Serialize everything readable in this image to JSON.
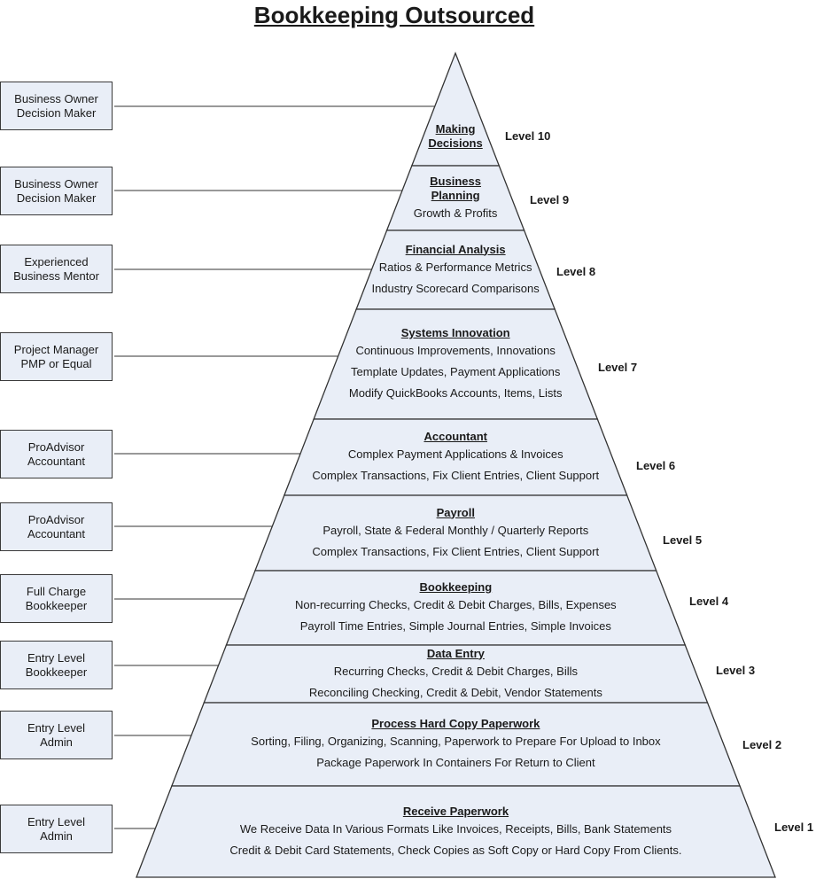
{
  "title": "Bookkeeping Outsourced",
  "colors": {
    "tier_fill": "#e9eef7",
    "stroke": "#333333",
    "background": "#ffffff"
  },
  "tiers": [
    {
      "level": "Level 10",
      "title": "Making Decisions",
      "lines": []
    },
    {
      "level": "Level 9",
      "title": "Business Planning",
      "lines": [
        "Growth & Profits"
      ]
    },
    {
      "level": "Level 8",
      "title": "Financial Analysis",
      "lines": [
        "Ratios & Performance Metrics",
        "Industry Scorecard Comparisons"
      ]
    },
    {
      "level": "Level 7",
      "title": "Systems Innovation",
      "lines": [
        "Continuous Improvements, Innovations",
        "Template Updates, Payment Applications",
        "Modify QuickBooks Accounts, Items, Lists"
      ]
    },
    {
      "level": "Level 6",
      "title": "Accountant",
      "lines": [
        "Complex Payment Applications & Invoices",
        "Complex Transactions, Fix Client Entries, Client Support"
      ]
    },
    {
      "level": "Level 5",
      "title": "Payroll",
      "lines": [
        "Payroll, State & Federal Monthly / Quarterly Reports",
        "Complex Transactions, Fix Client Entries, Client Support"
      ]
    },
    {
      "level": "Level 4",
      "title": "Bookkeeping",
      "lines": [
        "Non-recurring Checks, Credit & Debit Charges, Bills, Expenses",
        "Payroll Time Entries, Simple Journal Entries, Simple Invoices"
      ]
    },
    {
      "level": "Level 3",
      "title": "Data Entry",
      "lines": [
        "Recurring Checks, Credit & Debit Charges, Bills",
        "Reconciling Checking, Credit & Debit, Vendor Statements"
      ]
    },
    {
      "level": "Level 2",
      "title": "Process Hard Copy Paperwork",
      "lines": [
        "Sorting, Filing, Organizing, Scanning, Paperwork to Prepare For Upload to Inbox",
        "Package Paperwork In Containers For Return to Client"
      ]
    },
    {
      "level": "Level 1",
      "title": "Receive Paperwork",
      "lines": [
        "We Receive Data In Various Formats Like Invoices, Receipts, Bills, Bank Statements",
        "Credit & Debit Card Statements, Check Copies as Soft Copy or Hard Copy From Clients."
      ]
    }
  ],
  "roles": [
    {
      "line1": "Business Owner",
      "line2": "Decision Maker"
    },
    {
      "line1": "Business Owner",
      "line2": "Decision Maker"
    },
    {
      "line1": "Experienced",
      "line2": "Business Mentor"
    },
    {
      "line1": "Project Manager",
      "line2": "PMP or Equal"
    },
    {
      "line1": "ProAdvisor",
      "line2": "Accountant"
    },
    {
      "line1": "ProAdvisor",
      "line2": "Accountant"
    },
    {
      "line1": "Full Charge",
      "line2": "Bookkeeper"
    },
    {
      "line1": "Entry Level",
      "line2": "Bookkeeper"
    },
    {
      "line1": "Entry Level",
      "line2": "Admin"
    },
    {
      "line1": "Entry Level",
      "line2": "Admin"
    }
  ]
}
